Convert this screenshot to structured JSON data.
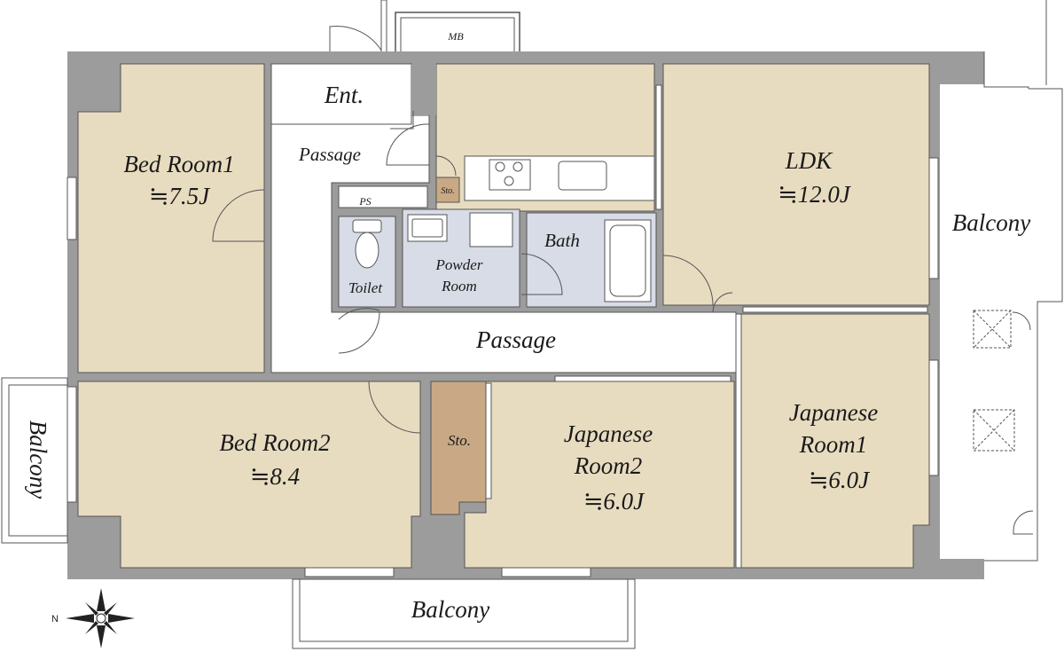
{
  "colors": {
    "wall": "#9c9c9c",
    "room_fill": "#e8dcc0",
    "wet_fill": "#d8dce6",
    "storage_fill": "#c9a985",
    "passage_fill": "#ffffff",
    "line": "#555555"
  },
  "rooms": {
    "bedroom1": {
      "name": "Bed Room1",
      "size": "≒7.5J"
    },
    "bedroom2": {
      "name": "Bed Room2",
      "size": "≒8.4"
    },
    "ldk": {
      "name": "LDK",
      "size": "≒12.0J"
    },
    "japanese1": {
      "name_line1": "Japanese",
      "name_line2": "Room1",
      "size": "≒6.0J"
    },
    "japanese2": {
      "name_line1": "Japanese",
      "name_line2": "Room2",
      "size": "≒6.0J"
    },
    "entrance": "Ent.",
    "passage_upper": "Passage",
    "passage_lower": "Passage",
    "ps": "PS",
    "sto_small": "Sto.",
    "sto_large": "Sto.",
    "toilet": "Toilet",
    "powder_line1": "Powder",
    "powder_line2": "Room",
    "bath": "Bath",
    "mb": "MB"
  },
  "balconies": {
    "east": "Balcony",
    "west": "Balcony",
    "south": "Balcony"
  },
  "compass": {
    "letter": "N",
    "icon": "compass-rose-icon"
  }
}
